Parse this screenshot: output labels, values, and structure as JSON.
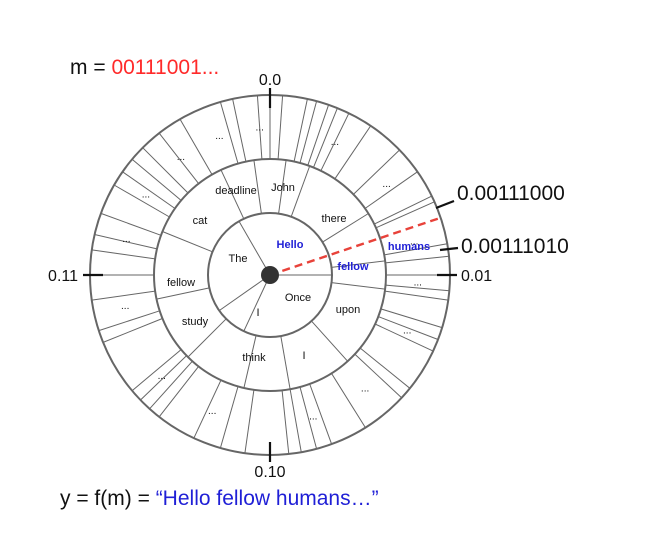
{
  "message": {
    "prefix": "m = ",
    "bits": "00111001..."
  },
  "output": {
    "prefix": "y = f(m) = ",
    "text": "“Hello fellow humans…”"
  },
  "ticks": {
    "top": "0.0",
    "right": "0.01",
    "bottom": "0.10",
    "left": "0.11"
  },
  "interval_labels": {
    "upper": "0.00111000",
    "lower": "0.00111010"
  },
  "rings": {
    "inner": [
      "The",
      "Hello",
      "Once",
      "I"
    ],
    "middle": [
      "John",
      "there",
      "fellow",
      "upon",
      "I",
      "think",
      "study",
      "fellow",
      "cat",
      "deadline"
    ],
    "outer_humans": "humans",
    "ellipsis": "..."
  },
  "colors": {
    "message_bits": "#ff2a2a",
    "selected": "#1f1fd6",
    "interval": "#e8423a",
    "ring_stroke": "#666666"
  }
}
